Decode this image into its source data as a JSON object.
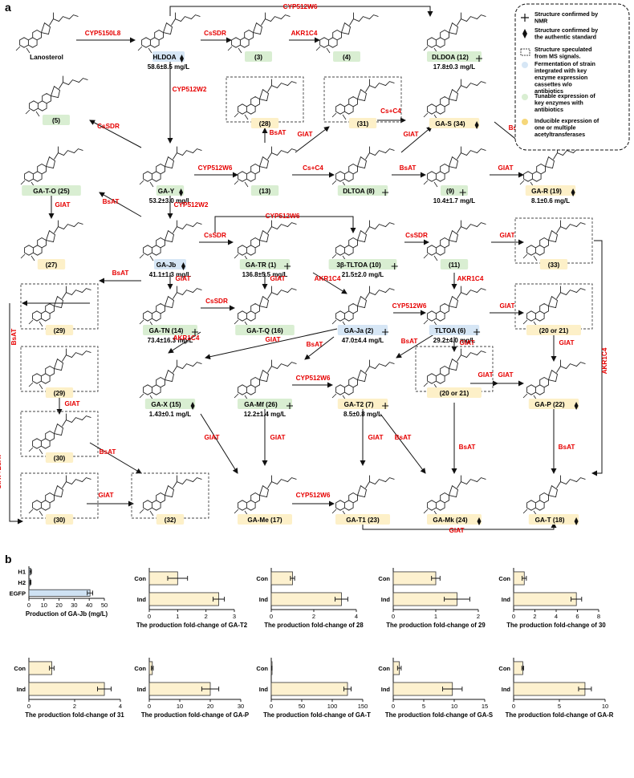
{
  "panel_a_label": "a",
  "panel_b_label": "b",
  "legend": {
    "nmr": "Structure confirmed by NMR",
    "std": "Structure confirmed by the authentic standard",
    "ms": "Structure speculated from MS signals.",
    "blue": "Fermentation of strain integrated with key enzyme expression cassettes w/o antibiotics",
    "green": "Tunable expression of key enzymes with antibiotics",
    "yellow": "Inducible expression of one or multiple acetyltransferases"
  },
  "colors": {
    "blue": "#d6e6f5",
    "green": "#d9eed2",
    "yellow": "#fdf0c8",
    "arrow_label": "#e60000",
    "bar_blue": "#cfe2f3",
    "bar_yellow": "#fdf1cf"
  },
  "compounds": [
    {
      "id": "lanosterol",
      "label": "Lanosterol",
      "bg": "none",
      "badge": "",
      "prod": "",
      "dashed": false
    },
    {
      "id": "hldoa",
      "label": "HLDOA",
      "bg": "blue",
      "badge": "std",
      "prod": "58.6±8.5 mg/L",
      "dashed": false
    },
    {
      "id": "c3",
      "label": "(3)",
      "bg": "green",
      "badge": "",
      "prod": "",
      "dashed": false
    },
    {
      "id": "c4",
      "label": "(4)",
      "bg": "green",
      "badge": "",
      "prod": "",
      "dashed": false
    },
    {
      "id": "dldoa",
      "label": "DLDOA (12)",
      "bg": "green",
      "badge": "nmr",
      "prod": "17.8±0.3 mg/L",
      "dashed": false
    },
    {
      "id": "c5",
      "label": "(5)",
      "bg": "green",
      "badge": "",
      "prod": "",
      "dashed": false
    },
    {
      "id": "c28",
      "label": "(28)",
      "bg": "yellow",
      "badge": "",
      "prod": "",
      "dashed": true
    },
    {
      "id": "c31",
      "label": "(31)",
      "bg": "yellow",
      "badge": "",
      "prod": "",
      "dashed": true
    },
    {
      "id": "gas",
      "label": "GA-S (34)",
      "bg": "yellow",
      "badge": "std",
      "prod": "",
      "dashed": false
    },
    {
      "id": "gato",
      "label": "GA-T-O (25)",
      "bg": "green",
      "badge": "",
      "prod": "",
      "dashed": false
    },
    {
      "id": "gay",
      "label": "GA-Y",
      "bg": "green",
      "badge": "std",
      "prod": "53.2±3.0 mg/L",
      "dashed": false
    },
    {
      "id": "c13",
      "label": "(13)",
      "bg": "green",
      "badge": "",
      "prod": "",
      "dashed": false
    },
    {
      "id": "dltoa",
      "label": "DLTOA (8)",
      "bg": "green",
      "badge": "nmr",
      "prod": "",
      "dashed": false
    },
    {
      "id": "c9",
      "label": "(9)",
      "bg": "green",
      "badge": "nmr",
      "prod": "10.4±1.7 mg/L",
      "dashed": false
    },
    {
      "id": "gar",
      "label": "GA-R (19)",
      "bg": "yellow",
      "badge": "std",
      "prod": "8.1±0.6 mg/L",
      "dashed": false
    },
    {
      "id": "c27",
      "label": "(27)",
      "bg": "yellow",
      "badge": "",
      "prod": "",
      "dashed": false
    },
    {
      "id": "gajb",
      "label": "GA-Jb",
      "bg": "blue",
      "badge": "std",
      "prod": "41.1±1.3 mg/L",
      "dashed": false
    },
    {
      "id": "gatr",
      "label": "GA-TR (1)",
      "bg": "green",
      "badge": "nmr",
      "prod": "136.8±5.5 mg/L",
      "dashed": false
    },
    {
      "id": "btltoa",
      "label": "3β-TLTOA (10)",
      "bg": "green",
      "badge": "nmr",
      "prod": "21.5±2.0 mg/L",
      "dashed": false
    },
    {
      "id": "c11",
      "label": "(11)",
      "bg": "green",
      "badge": "",
      "prod": "",
      "dashed": false
    },
    {
      "id": "c33",
      "label": "(33)",
      "bg": "yellow",
      "badge": "",
      "prod": "",
      "dashed": true
    },
    {
      "id": "c29a",
      "label": "(29)",
      "bg": "yellow",
      "badge": "",
      "prod": "",
      "dashed": true
    },
    {
      "id": "gatn",
      "label": "GA-TN (14)",
      "bg": "green",
      "badge": "nmr",
      "prod": "73.4±16.3 mg/L",
      "dashed": false
    },
    {
      "id": "gatq",
      "label": "GA-T-Q (16)",
      "bg": "green",
      "badge": "",
      "prod": "",
      "dashed": false
    },
    {
      "id": "gaja",
      "label": "GA-Ja (2)",
      "bg": "blue",
      "badge": "nmr",
      "prod": "47.0±4.4 mg/L",
      "dashed": false
    },
    {
      "id": "tltoa",
      "label": "TLTOA (6)",
      "bg": "blue",
      "badge": "nmr",
      "prod": "29.2±4.0 mg/L",
      "dashed": false
    },
    {
      "id": "c2021a",
      "label": "(20 or 21)",
      "bg": "yellow",
      "badge": "",
      "prod": "",
      "dashed": true
    },
    {
      "id": "c29b",
      "label": "(29)",
      "bg": "yellow",
      "badge": "",
      "prod": "",
      "dashed": true
    },
    {
      "id": "gax",
      "label": "GA-X (15)",
      "bg": "green",
      "badge": "std",
      "prod": "1.43±0.1 mg/L",
      "dashed": false
    },
    {
      "id": "gamf",
      "label": "GA-Mf (26)",
      "bg": "green",
      "badge": "nmr",
      "prod": "12.2±1.4 mg/L",
      "dashed": false
    },
    {
      "id": "gat2",
      "label": "GA-T2 (7)",
      "bg": "yellow",
      "badge": "nmr",
      "prod": "8.5±0.8 mg/L",
      "dashed": false
    },
    {
      "id": "c2021b",
      "label": "(20 or 21)",
      "bg": "yellow",
      "badge": "",
      "prod": "",
      "dashed": true
    },
    {
      "id": "gap",
      "label": "GA-P (22)",
      "bg": "yellow",
      "badge": "std",
      "prod": "",
      "dashed": false
    },
    {
      "id": "c30a",
      "label": "(30)",
      "bg": "yellow",
      "badge": "",
      "prod": "",
      "dashed": true
    },
    {
      "id": "c30b",
      "label": "(30)",
      "bg": "yellow",
      "badge": "",
      "prod": "",
      "dashed": true
    },
    {
      "id": "c32",
      "label": "(32)",
      "bg": "yellow",
      "badge": "",
      "prod": "",
      "dashed": true
    },
    {
      "id": "game",
      "label": "GA-Me (17)",
      "bg": "yellow",
      "badge": "",
      "prod": "",
      "dashed": false
    },
    {
      "id": "gat1",
      "label": "GA-T1 (23)",
      "bg": "yellow",
      "badge": "",
      "prod": "",
      "dashed": false
    },
    {
      "id": "gamk",
      "label": "GA-Mk (24)",
      "bg": "yellow",
      "badge": "std",
      "prod": "",
      "dashed": false
    },
    {
      "id": "gat",
      "label": "GA-T (18)",
      "bg": "yellow",
      "badge": "std",
      "prod": "",
      "dashed": false
    }
  ],
  "arrows": [
    {
      "id": "a1",
      "label": "CYP5150L8"
    },
    {
      "id": "a2",
      "label": "CsSDR"
    },
    {
      "id": "a3",
      "label": "AKR1C4"
    },
    {
      "id": "a4",
      "label": "CYP512W6"
    },
    {
      "id": "a5",
      "label": "CYP512W2"
    },
    {
      "id": "a6",
      "label": "CsSDR"
    },
    {
      "id": "a7",
      "label": "BsAT"
    },
    {
      "id": "a8",
      "label": "GIAT"
    },
    {
      "id": "a9",
      "label": "Cs+C4"
    },
    {
      "id": "a10",
      "label": "GIAT"
    },
    {
      "id": "a11",
      "label": "BsAT"
    },
    {
      "id": "a12",
      "label": "CYP512W6"
    },
    {
      "id": "a13",
      "label": "Cs+C4"
    },
    {
      "id": "a14",
      "label": "BsAT"
    },
    {
      "id": "a15",
      "label": "GIAT"
    },
    {
      "id": "a16",
      "label": "GIAT"
    },
    {
      "id": "a17",
      "label": "BsAT"
    },
    {
      "id": "a18",
      "label": "CYP512W2"
    },
    {
      "id": "a19",
      "label": "CYP512W6"
    },
    {
      "id": "a20",
      "label": "CsSDR"
    },
    {
      "id": "a21",
      "label": "CsSDR"
    },
    {
      "id": "a22",
      "label": "GIAT"
    },
    {
      "id": "a23",
      "label": "BsAT"
    },
    {
      "id": "a24",
      "label": "GIAT"
    },
    {
      "id": "a25",
      "label": "GIAT"
    },
    {
      "id": "a26",
      "label": "AKR1C4"
    },
    {
      "id": "a27",
      "label": "AKR1C4"
    },
    {
      "id": "a28",
      "label": "GIAT"
    },
    {
      "id": "a29",
      "label": "GIAT"
    },
    {
      "id": "a30",
      "label": "CsSDR"
    },
    {
      "id": "a31",
      "label": "CYP512W6"
    },
    {
      "id": "a32",
      "label": "GIAT"
    },
    {
      "id": "a33",
      "label": "AKR1C4"
    },
    {
      "id": "a34",
      "label": "GIAT"
    },
    {
      "id": "a35",
      "label": "AKR1C4"
    },
    {
      "id": "a36",
      "label": "GIAT"
    },
    {
      "id": "a37",
      "label": "BsAT"
    },
    {
      "id": "a38",
      "label": "BsAT"
    },
    {
      "id": "a39",
      "label": "GIAT"
    },
    {
      "id": "a40",
      "label": "GIAT"
    },
    {
      "id": "a41",
      "label": "CYP512W6"
    },
    {
      "id": "a42",
      "label": "GIAT"
    },
    {
      "id": "a43",
      "label": "GIAT"
    },
    {
      "id": "a44",
      "label": "GIAT+BsAT"
    },
    {
      "id": "a45",
      "label": "BsAT"
    },
    {
      "id": "a46",
      "label": "BsAT"
    },
    {
      "id": "a47",
      "label": "GIAT"
    },
    {
      "id": "a48",
      "label": "GIAT"
    },
    {
      "id": "a49",
      "label": "BsAT"
    },
    {
      "id": "a50",
      "label": "BsAT"
    },
    {
      "id": "a51",
      "label": "BsAT"
    },
    {
      "id": "a52",
      "label": "GIAT"
    },
    {
      "id": "a53",
      "label": "CYP512W6"
    },
    {
      "id": "a54",
      "label": "GIAT"
    }
  ],
  "chart_data": [
    {
      "type": "bar",
      "orientation": "horizontal",
      "categories": [
        "H1",
        "H2",
        "EGFP"
      ],
      "values": [
        1.2,
        1.0,
        40.5
      ],
      "errors": [
        0.5,
        0.4,
        1.8
      ],
      "xlabel": "Production of GA-Jb (mg/L)",
      "xlim": [
        0,
        50
      ],
      "xticks": [
        0,
        10,
        20,
        30,
        40,
        50
      ],
      "color": "blue"
    },
    {
      "type": "bar",
      "orientation": "horizontal",
      "categories": [
        "Con",
        "Ind"
      ],
      "values": [
        1.0,
        2.45
      ],
      "errors": [
        0.35,
        0.2
      ],
      "xlabel": "The production fold-change of GA-T2",
      "xlim": [
        0,
        3
      ],
      "xticks": [
        0,
        1,
        2,
        3
      ],
      "color": "yellow"
    },
    {
      "type": "bar",
      "orientation": "horizontal",
      "categories": [
        "Con",
        "Ind"
      ],
      "values": [
        1.0,
        3.3
      ],
      "errors": [
        0.1,
        0.3
      ],
      "xlabel": "The production fold-change of 28",
      "xlim": [
        0,
        4
      ],
      "xticks": [
        0,
        2,
        4
      ],
      "color": "yellow"
    },
    {
      "type": "bar",
      "orientation": "horizontal",
      "categories": [
        "Con",
        "Ind"
      ],
      "values": [
        1.0,
        1.5
      ],
      "errors": [
        0.1,
        0.3
      ],
      "xlabel": "The production fold-change of 29",
      "xlim": [
        0,
        2
      ],
      "xticks": [
        0,
        1,
        2
      ],
      "color": "yellow"
    },
    {
      "type": "bar",
      "orientation": "horizontal",
      "categories": [
        "Con",
        "Ind"
      ],
      "values": [
        1.0,
        5.9
      ],
      "errors": [
        0.2,
        0.5
      ],
      "xlabel": "The production fold-change of 30",
      "xlim": [
        0,
        8
      ],
      "xticks": [
        0,
        2,
        4,
        6,
        8
      ],
      "color": "yellow"
    },
    {
      "type": "bar",
      "orientation": "horizontal",
      "categories": [
        "Con",
        "Ind"
      ],
      "values": [
        1.0,
        3.3
      ],
      "errors": [
        0.1,
        0.3
      ],
      "xlabel": "The production fold-change of 31",
      "xlim": [
        0,
        4
      ],
      "xticks": [
        0,
        2,
        4
      ],
      "color": "yellow"
    },
    {
      "type": "bar",
      "orientation": "horizontal",
      "categories": [
        "Con",
        "Ind"
      ],
      "values": [
        1.0,
        20.0
      ],
      "errors": [
        0.3,
        2.8
      ],
      "xlabel": "The production fold-change of GA-P",
      "xlim": [
        0,
        30
      ],
      "xticks": [
        0,
        10,
        20,
        30
      ],
      "color": "yellow"
    },
    {
      "type": "bar",
      "orientation": "horizontal",
      "categories": [
        "Con",
        "Ind"
      ],
      "values": [
        1.0,
        125.0
      ],
      "errors": [
        0.2,
        6.0
      ],
      "xlabel": "The production fold-change of GA-T",
      "xlim": [
        0,
        150
      ],
      "xticks": [
        0,
        50,
        100,
        150
      ],
      "color": "yellow"
    },
    {
      "type": "bar",
      "orientation": "horizontal",
      "categories": [
        "Con",
        "Ind"
      ],
      "values": [
        1.0,
        9.7
      ],
      "errors": [
        0.3,
        1.6
      ],
      "xlabel": "The production fold-change of GA-S",
      "xlim": [
        0,
        15
      ],
      "xticks": [
        0,
        5,
        10,
        15
      ],
      "color": "yellow"
    },
    {
      "type": "bar",
      "orientation": "horizontal",
      "categories": [
        "Con",
        "Ind"
      ],
      "values": [
        1.0,
        7.8
      ],
      "errors": [
        0.1,
        0.7
      ],
      "xlabel": "The production fold-change of GA-R",
      "xlim": [
        0,
        10
      ],
      "xticks": [
        0,
        5,
        10
      ],
      "color": "yellow"
    }
  ]
}
